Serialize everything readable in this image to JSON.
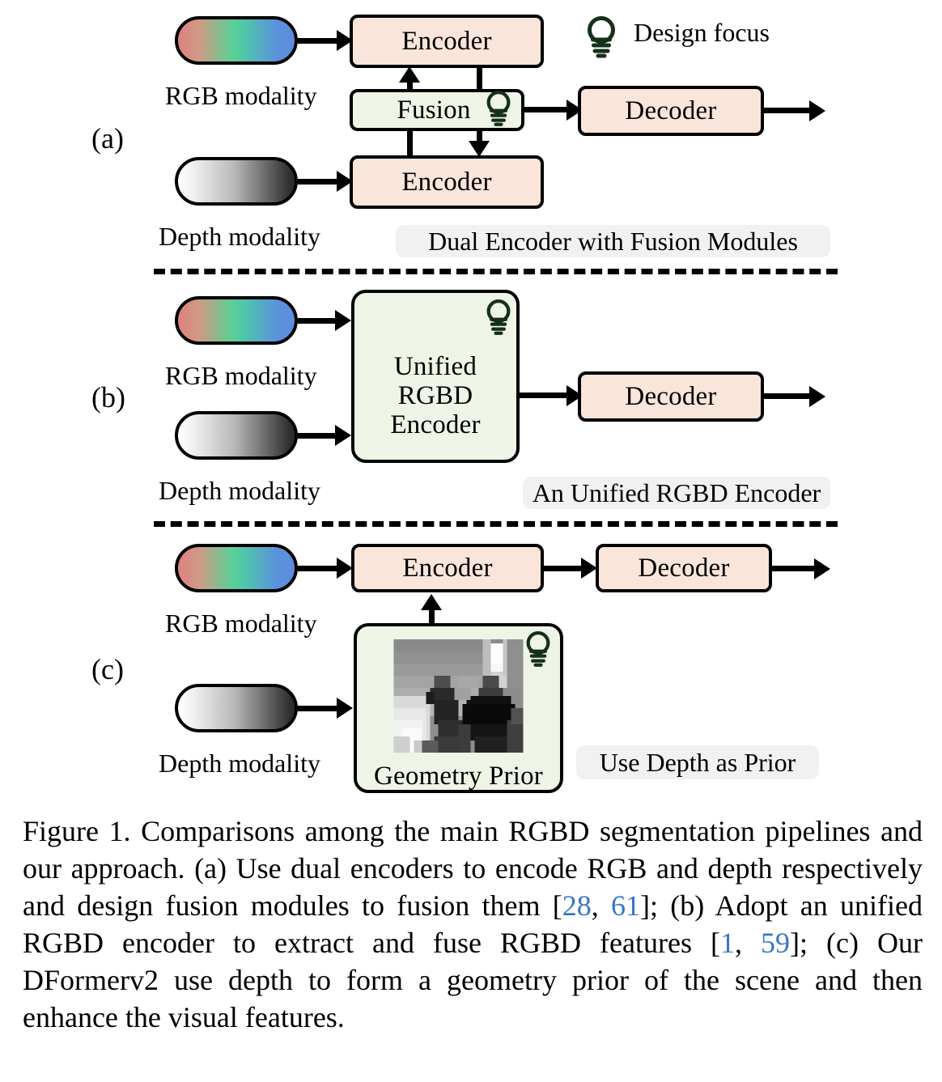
{
  "figure": {
    "legend": {
      "icon": "lightbulb-icon",
      "label": "Design focus"
    },
    "panels": [
      {
        "tag": "(a)",
        "banner": "Dual Encoder with Fusion Modules",
        "inputs": [
          {
            "name": "rgb",
            "label": "RGB modality",
            "colors": [
              "#df8181",
              "#5fcf96",
              "#5e8bdc"
            ]
          },
          {
            "name": "depth",
            "label": "Depth modality",
            "colors": [
              "#ffffff",
              "#2b2b2b"
            ]
          }
        ],
        "blocks": [
          {
            "name": "encoder-top",
            "label": "Encoder",
            "fill": "#fae5da"
          },
          {
            "name": "fusion",
            "label": "Fusion",
            "fill": "#eef4e6",
            "has_focus_icon": true
          },
          {
            "name": "encoder-bottom",
            "label": "Encoder",
            "fill": "#fae5da"
          },
          {
            "name": "decoder",
            "label": "Decoder",
            "fill": "#fae5da"
          }
        ]
      },
      {
        "tag": "(b)",
        "banner": "An Unified RGBD Encoder",
        "inputs": [
          {
            "name": "rgb",
            "label": "RGB modality",
            "colors": [
              "#df8181",
              "#5fcf96",
              "#5e8bdc"
            ]
          },
          {
            "name": "depth",
            "label": "Depth modality",
            "colors": [
              "#ffffff",
              "#2b2b2b"
            ]
          }
        ],
        "blocks": [
          {
            "name": "unified-encoder",
            "label": "Unified\nRGBD\nEncoder",
            "line1": "Unified",
            "line2": "RGBD",
            "line3": "Encoder",
            "fill": "#eef4e6",
            "has_focus_icon": true
          },
          {
            "name": "decoder",
            "label": "Decoder",
            "fill": "#fae5da"
          }
        ]
      },
      {
        "tag": "(c)",
        "banner": "Use Depth as Prior",
        "inputs": [
          {
            "name": "rgb",
            "label": "RGB modality",
            "colors": [
              "#df8181",
              "#5fcf96",
              "#5e8bdc"
            ]
          },
          {
            "name": "depth",
            "label": "Depth modality",
            "colors": [
              "#ffffff",
              "#2b2b2b"
            ]
          }
        ],
        "blocks": [
          {
            "name": "encoder",
            "label": "Encoder",
            "fill": "#fae5da"
          },
          {
            "name": "decoder",
            "label": "Decoder",
            "fill": "#fae5da"
          },
          {
            "name": "geometry-prior",
            "label": "Geometry Prior",
            "fill": "#eef4e6",
            "has_focus_icon": true,
            "image": "depth-map-thumbnail"
          }
        ]
      }
    ]
  },
  "caption": {
    "prefix": "Figure 1.",
    "part1": " Comparisons among the main RGBD segmentation pipelines and our approach.  (a) Use dual encoders to encode RGB and depth respectively and design fusion modules to fusion them [",
    "ref1": "28",
    "sep1": ", ",
    "ref2": "61",
    "part2": "]; (b) Adopt an unified RGBD encoder to extract and fuse RGBD features [",
    "ref3": "1",
    "sep2": ", ",
    "ref4": "59",
    "part3": "]; (c) Our DFormerv2 use depth to form a geometry prior of the scene and then enhance the visual features."
  },
  "colors": {
    "box_peach": "#fae5da",
    "box_green": "#eef4e6",
    "banner_grey": "#f1f1f1",
    "stroke": "#000000",
    "citation_blue": "#3a76c4",
    "bulb_stroke": "#15301a"
  }
}
